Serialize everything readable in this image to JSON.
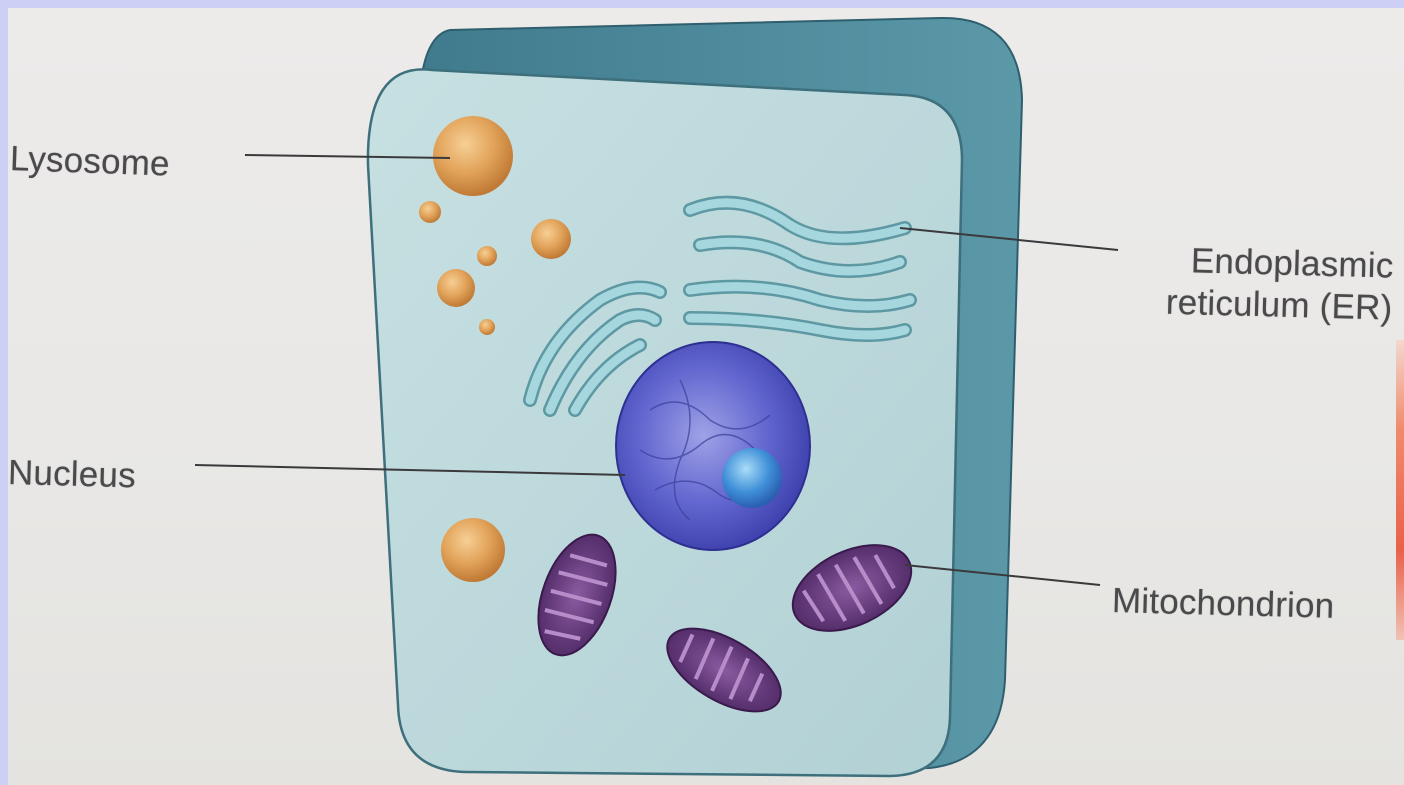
{
  "labels": {
    "lysosome": "Lysosome",
    "nucleus": "Nucleus",
    "er_line1": "Endoplasmic",
    "er_line2": "reticulum (ER)",
    "mitochondrion": "Mitochondrion"
  },
  "colors": {
    "frame": "#cdd0f5",
    "paper": "#eae9e7",
    "cell_front": "#bcd7da",
    "cell_back": "#4f8b9c",
    "lysosome": "#e2a35a",
    "nucleus": "#5b5fc7",
    "nucleolus": "#3f8fd8",
    "er": "#9fd0d8",
    "mitochondrion": "#6a3b7e",
    "leader_line": "#3a3a3c"
  }
}
